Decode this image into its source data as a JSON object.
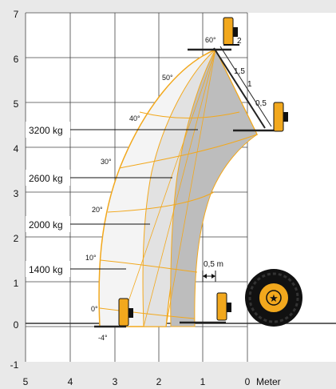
{
  "y_axis_ticks": [
    {
      "value": 7,
      "label": "7"
    },
    {
      "value": 6,
      "label": "6"
    },
    {
      "value": 5,
      "label": "5"
    },
    {
      "value": 4,
      "label": "4"
    },
    {
      "value": 3,
      "label": "3"
    },
    {
      "value": 2,
      "label": "2"
    },
    {
      "value": 1,
      "label": "1"
    },
    {
      "value": 0,
      "label": "0"
    },
    {
      "value": -1,
      "label": "-1"
    }
  ],
  "x_axis_ticks": [
    {
      "value": 5,
      "label": "5"
    },
    {
      "value": 4,
      "label": "4"
    },
    {
      "value": 3,
      "label": "3"
    },
    {
      "value": 2,
      "label": "2"
    },
    {
      "value": 1,
      "label": "1"
    },
    {
      "value": 0,
      "label": "0"
    }
  ],
  "x_axis_unit": "Meter",
  "load_zones": [
    {
      "label": "3200 kg"
    },
    {
      "label": "2600 kg"
    },
    {
      "label": "2000 kg"
    },
    {
      "label": "1400 kg"
    }
  ],
  "boom_angles": [
    {
      "label": "60°"
    },
    {
      "label": "50°"
    },
    {
      "label": "40°"
    },
    {
      "label": "30°"
    },
    {
      "label": "20°"
    },
    {
      "label": "10°"
    },
    {
      "label": "0°"
    },
    {
      "label": "-4°"
    }
  ],
  "extension_marks": [
    {
      "label": "2"
    },
    {
      "label": "1,5"
    },
    {
      "label": "1"
    },
    {
      "label": "0,5"
    }
  ],
  "offset_label": "0,5 m",
  "colors": {
    "grid": "#444444",
    "envelope": "#f2a81d",
    "zone_outer": "#f4f4f4",
    "zone_mid": "#e2e2e2",
    "zone_inner": "#bdbdbd",
    "machine": "#f2a81d",
    "tire": "#111111"
  }
}
